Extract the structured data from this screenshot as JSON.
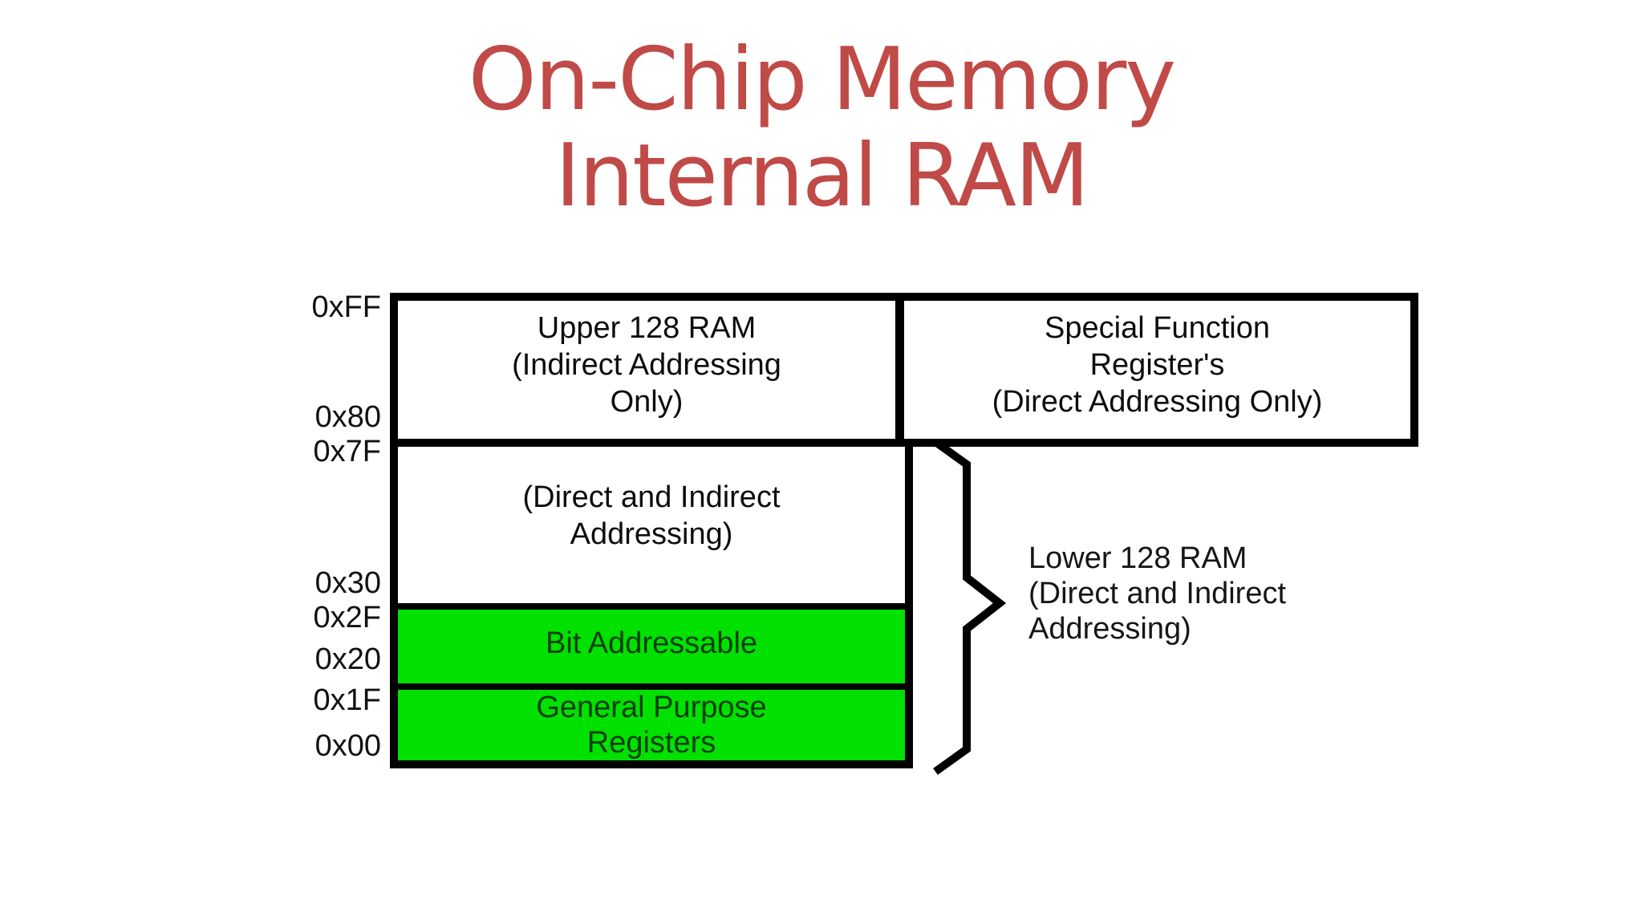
{
  "title": {
    "line1": "On-Chip Memory",
    "line2": "Internal RAM"
  },
  "colors": {
    "title_red": "#c04a47",
    "green": "#00e100",
    "line": "#000000"
  },
  "addresses": [
    "0xFF",
    "0x80",
    "0x7F",
    "0x30",
    "0x2F",
    "0x20",
    "0x1F",
    "0x00"
  ],
  "boxes": {
    "upper_ram": {
      "lines": [
        "Upper 128 RAM",
        "(Indirect Addressing",
        "Only)"
      ]
    },
    "sfr": {
      "lines": [
        "Special Function",
        "Register's",
        "(Direct Addressing Only)"
      ]
    },
    "direct_indirect": {
      "lines": [
        "(Direct and Indirect",
        "Addressing)"
      ]
    },
    "bit_addressable": {
      "label": "Bit Addressable"
    },
    "general_purpose": {
      "lines": [
        "General Purpose",
        "Registers"
      ]
    }
  },
  "brace_label": {
    "lines": [
      "Lower 128 RAM",
      "(Direct and Indirect",
      "Addressing)"
    ]
  }
}
